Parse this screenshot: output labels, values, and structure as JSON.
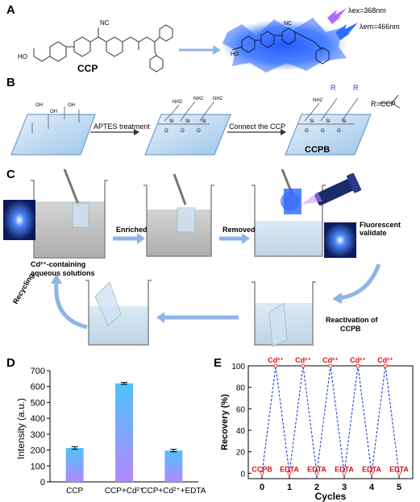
{
  "panels": {
    "a": "A",
    "b": "B",
    "c": "C",
    "d": "D",
    "e": "E"
  },
  "panel_a": {
    "molecule": "CCP",
    "nc_label": "NC",
    "ho_label": "HO",
    "ex_label": "λex=368nm",
    "em_label": "λem=466nm"
  },
  "panel_b": {
    "oh": "OH",
    "nh2": "NH2",
    "si": "Si",
    "o": "O",
    "step1": "APTES treatment",
    "step2": "Connect the CCP",
    "product": "CCPB",
    "r_short": "R",
    "r_def": "R=CCP"
  },
  "panel_c": {
    "enriched": "Enriched",
    "removed": "Removed",
    "fluorescent_validate": "Fluorescent validate",
    "cd_solution_line1": "Cd²⁺-containing",
    "cd_solution_line2": "aqueous solutions",
    "recycling": "Recycling",
    "reactivation_line1": "Reactivation of",
    "reactivation_line2": "CCPB"
  },
  "colors": {
    "bar_top": "#4fc3f7",
    "bar_bottom": "#b388ff",
    "line_e": "#1f3fd0",
    "label_red": "#e01010",
    "arrow_blue": "#8fb4e8",
    "slide_blue": "#cfe3f5"
  },
  "chart_data": [
    {
      "type": "bar",
      "panel": "D",
      "categories": [
        "CCP",
        "CCP+Cd²⁺",
        "CCP+Cd²⁺+EDTA"
      ],
      "values": [
        213,
        620,
        197
      ],
      "errors": [
        8,
        6,
        8
      ],
      "ylabel": "Intensity (a.u.)",
      "xlabel": "",
      "ylim": [
        0,
        700
      ],
      "yticks": [
        0,
        100,
        200,
        300,
        400,
        500,
        600,
        700
      ]
    },
    {
      "type": "line",
      "panel": "E",
      "x": [
        0,
        0.5,
        1,
        1.5,
        2,
        2.5,
        3,
        3.5,
        4,
        4.5,
        5
      ],
      "y": [
        0,
        100,
        0,
        100,
        0,
        100,
        0,
        100,
        0,
        100,
        0
      ],
      "point_labels": [
        "CCPB",
        "Cd²⁺",
        "EDTA",
        "Cd²⁺",
        "EDTA",
        "Cd²⁺",
        "EDTA",
        "Cd²⁺",
        "EDTA",
        "Cd²⁺",
        "EDTA"
      ],
      "xlabel": "Cycles",
      "ylabel": "Recovery (%)",
      "xlim": [
        -0.5,
        5.5
      ],
      "ylim": [
        -5,
        100
      ],
      "xticks": [
        0,
        1,
        2,
        3,
        4,
        5
      ],
      "yticks": [
        0,
        20,
        40,
        60,
        80,
        100
      ]
    }
  ]
}
